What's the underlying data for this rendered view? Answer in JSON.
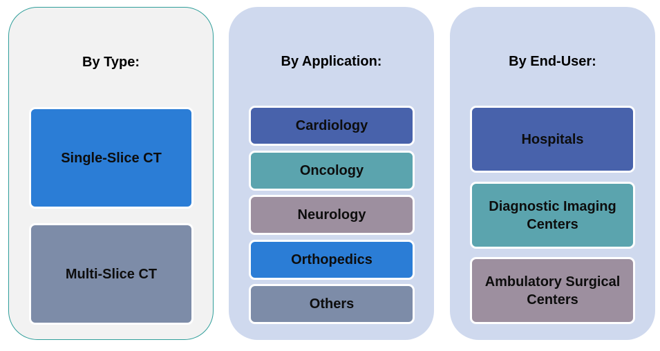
{
  "panels": [
    {
      "heading": "By Type:",
      "items": [
        {
          "label": "Single-Slice CT",
          "color": "#2b7dd6"
        },
        {
          "label": "Multi-Slice CT",
          "color": "#7d8ca8"
        }
      ]
    },
    {
      "heading": "By Application:",
      "items": [
        {
          "label": "Cardiology",
          "color": "#4862ab"
        },
        {
          "label": "Oncology",
          "color": "#5ba4ae"
        },
        {
          "label": "Neurology",
          "color": "#9d8f9f"
        },
        {
          "label": "Orthopedics",
          "color": "#2b7dd6"
        },
        {
          "label": "Others",
          "color": "#7d8ca8"
        }
      ]
    },
    {
      "heading": "By End-User:",
      "items": [
        {
          "label": "Hospitals",
          "color": "#4862ab"
        },
        {
          "label": "Diagnostic Imaging Centers",
          "color": "#5ba4ae"
        },
        {
          "label": "Ambulatory Surgical Centers",
          "color": "#9d8f9f"
        }
      ]
    }
  ]
}
